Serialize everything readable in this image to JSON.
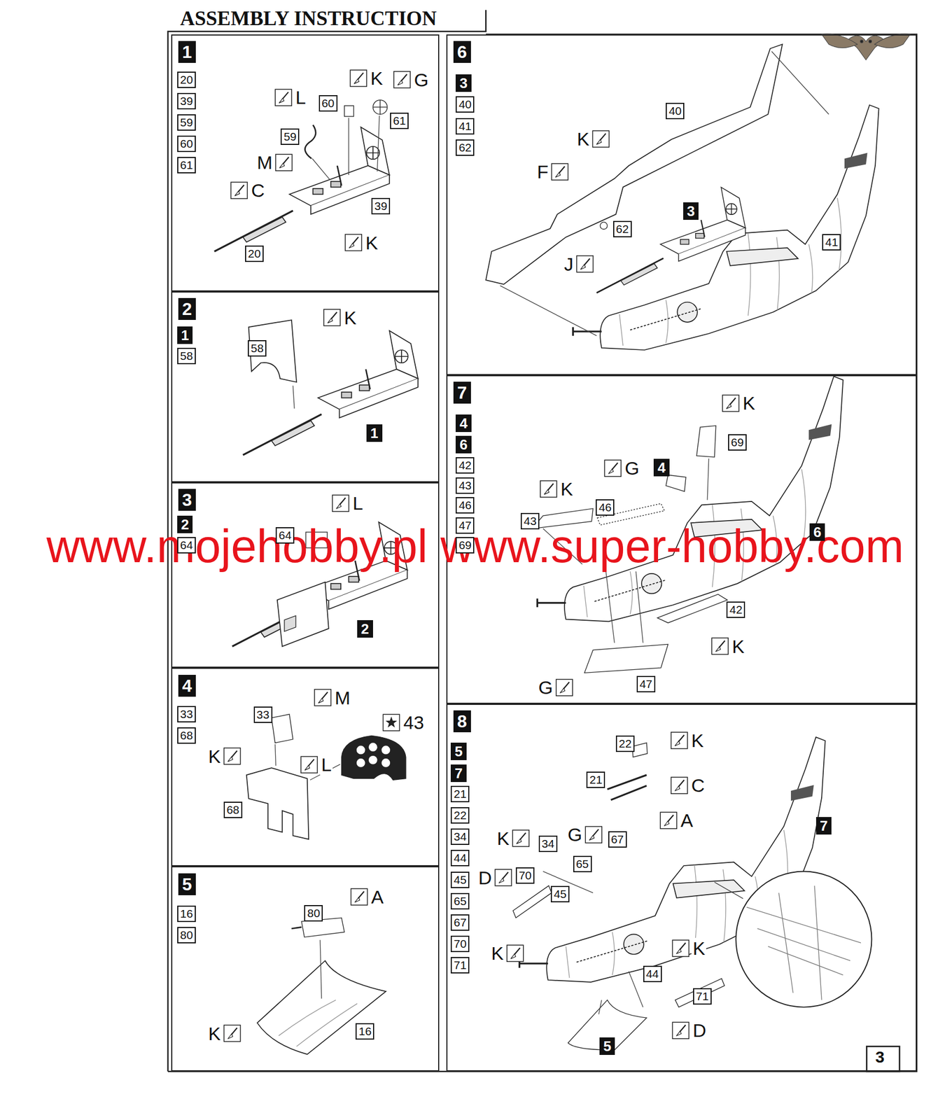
{
  "diagram": {
    "title": "ASSEMBLY INSTRUCTION",
    "nodes": [
      {
        "text": [
          "1"
        ]
      },
      {
        "text": [
          "2"
        ]
      },
      {
        "text": [
          "3"
        ]
      },
      {
        "text": [
          "4"
        ]
      },
      {
        "text": [
          "5"
        ]
      },
      {
        "text": [
          "6"
        ]
      },
      {
        "text": [
          "7"
        ]
      },
      {
        "text": [
          "8"
        ]
      }
    ],
    "labels": [
      "20",
      "39",
      "59",
      "60",
      "61",
      "K",
      "G",
      "L",
      "60",
      "61",
      "59",
      "M",
      "C",
      "39",
      "K",
      "20",
      "1",
      "58",
      "K",
      "58",
      "1",
      "2",
      "64",
      "L",
      "64",
      "2",
      "33",
      "68",
      "M",
      "33",
      "K",
      "L",
      "68",
      "43",
      "16",
      "80",
      "A",
      "80",
      "K",
      "16",
      "3",
      "40",
      "41",
      "62",
      "40",
      "K",
      "F",
      "3",
      "62",
      "J",
      "41",
      "4",
      "6",
      "42",
      "43",
      "46",
      "47",
      "69",
      "K",
      "69",
      "G",
      "4",
      "K",
      "46",
      "43",
      "6",
      "42",
      "K",
      "G",
      "47",
      "5",
      "7",
      "21",
      "22",
      "34",
      "44",
      "45",
      "65",
      "67",
      "70",
      "71",
      "22",
      "K",
      "21",
      "C",
      "A",
      "K",
      "34",
      "G",
      "67",
      "65",
      "D",
      "70",
      "45",
      "7",
      "K",
      "K",
      "44",
      "71",
      "D",
      "5",
      "www.mojehobby.pl www.super-hobby.com",
      "3"
    ]
  }
}
